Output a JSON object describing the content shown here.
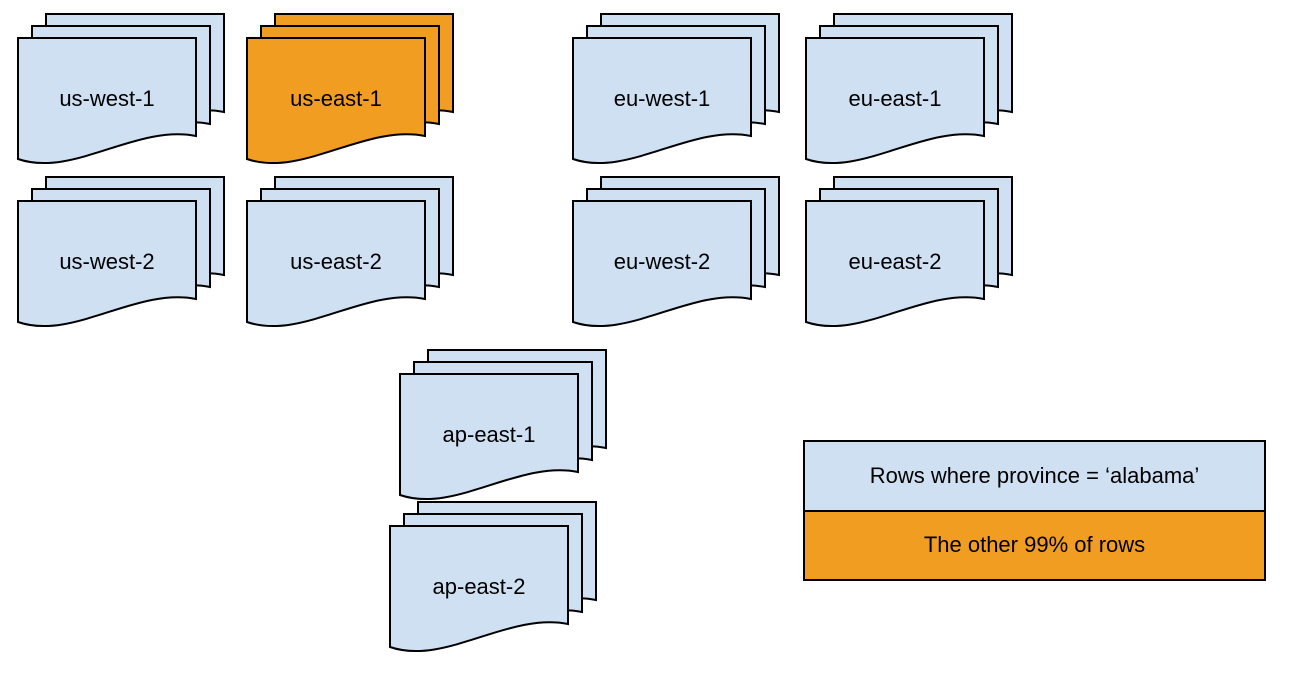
{
  "diagram": {
    "background": "#ffffff",
    "colors": {
      "doc_fill": "#cfe0f3",
      "highlight_fill": "#f09d22",
      "stroke": "#000000"
    },
    "stacks": [
      {
        "id": "us-west-1",
        "label": "us-west-1",
        "variant": "default"
      },
      {
        "id": "us-east-1",
        "label": "us-east-1",
        "variant": "highlight"
      },
      {
        "id": "eu-west-1",
        "label": "eu-west-1",
        "variant": "default"
      },
      {
        "id": "eu-east-1",
        "label": "eu-east-1",
        "variant": "default"
      },
      {
        "id": "us-west-2",
        "label": "us-west-2",
        "variant": "default"
      },
      {
        "id": "us-east-2",
        "label": "us-east-2",
        "variant": "default"
      },
      {
        "id": "eu-west-2",
        "label": "eu-west-2",
        "variant": "default"
      },
      {
        "id": "eu-east-2",
        "label": "eu-east-2",
        "variant": "default"
      },
      {
        "id": "ap-east-1",
        "label": "ap-east-1",
        "variant": "default"
      },
      {
        "id": "ap-east-2",
        "label": "ap-east-2",
        "variant": "default"
      }
    ],
    "legend": {
      "items": [
        {
          "label": "Rows where province = ‘alabama’",
          "variant": "default"
        },
        {
          "label": "The other 99% of rows",
          "variant": "highlight"
        }
      ]
    }
  }
}
